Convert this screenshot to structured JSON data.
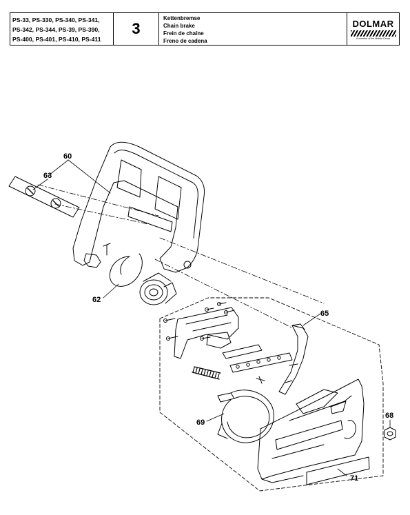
{
  "header": {
    "models": [
      "PS-33, PS-330, PS-340, PS-341,",
      "PS-342, PS-344, PS-39, PS-390,",
      "PS-400, PS-401, PS-410, PS-411"
    ],
    "section_number": "3",
    "titles": [
      "Kettenbremse",
      "Chain brake",
      "Frein de chaîne",
      "Freno de cadena"
    ],
    "brand": "DOLMAR",
    "brand_tagline": "A member of the Makita Group"
  },
  "callouts": {
    "p60": "60",
    "p63": "63",
    "p62": "62",
    "p65": "65",
    "p69": "69",
    "p68": "68",
    "p71": "71"
  }
}
